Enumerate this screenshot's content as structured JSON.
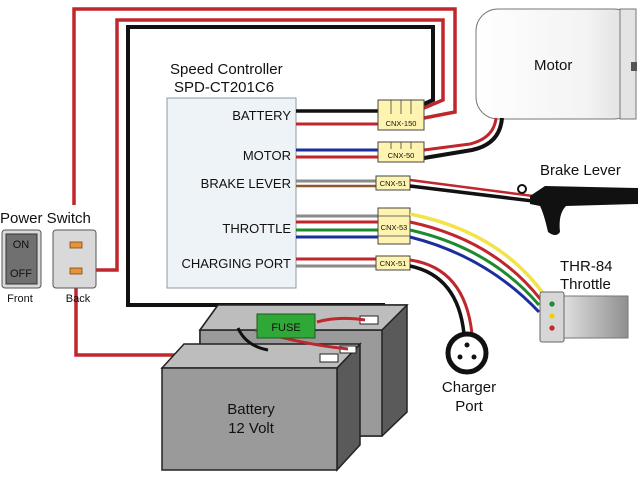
{
  "controller": {
    "title": "Speed Controller",
    "model": "SPD-CT201C6",
    "ports": {
      "battery": "BATTERY",
      "motor": "MOTOR",
      "brake_lever": "BRAKE LEVER",
      "throttle": "THROTTLE",
      "charging_port": "CHARGING PORT"
    }
  },
  "connectors": {
    "battery": "CNX-150",
    "motor": "CNX-50",
    "brake": "CNX-51",
    "throttle": "CNX-53",
    "charging": "CNX-51"
  },
  "motor": {
    "label": "Motor"
  },
  "brake_lever": {
    "label": "Brake Lever"
  },
  "throttle": {
    "model": "THR-84",
    "label": "Throttle"
  },
  "charger_port": {
    "line1": "Charger",
    "line2": "Port"
  },
  "power_switch": {
    "title": "Power Switch",
    "on": "ON",
    "off": "OFF",
    "front": "Front",
    "back": "Back"
  },
  "fuse": {
    "label": "FUSE"
  },
  "battery": {
    "line1": "Battery",
    "line2": "12 Volt"
  },
  "colors": {
    "red_wire": "#c0272d",
    "black_wire": "#111111",
    "blue_wire": "#1b2f9c",
    "gray_wire": "#8a8a8a",
    "green_wire": "#1e8a2e",
    "yellow_wire": "#f2e34a",
    "connector": "#fff3b0",
    "fuse": "#2fa838",
    "controller_fill": "#eef3f8",
    "battery_fill": "#9a9a9a"
  }
}
